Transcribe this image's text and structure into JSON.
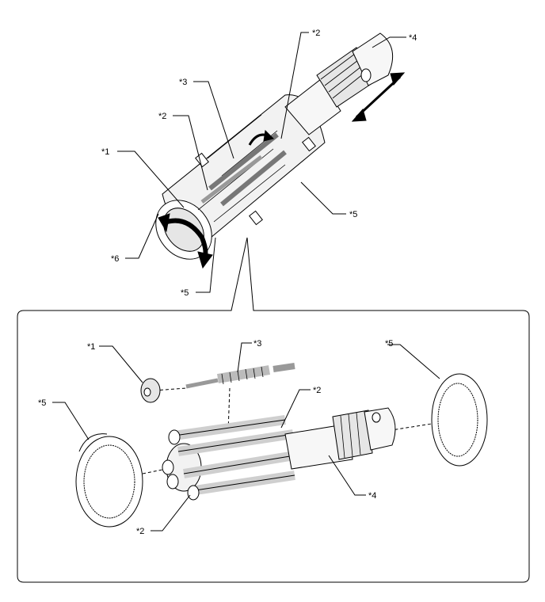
{
  "callouts": {
    "top": {
      "c1": "*1",
      "c2a": "*2",
      "c2b": "*2",
      "c3": "*3",
      "c4": "*4",
      "c5a": "*5",
      "c5b": "*5",
      "c6": "*6"
    },
    "detail": {
      "c1": "*1",
      "c3": "*3",
      "c5a": "*5",
      "c5b": "*5",
      "c2a": "*2",
      "c2b": "*2",
      "c4": "*4"
    }
  },
  "colors": {
    "line": "#000000",
    "shade": "#e6e6e6",
    "part": "#ffffff"
  }
}
